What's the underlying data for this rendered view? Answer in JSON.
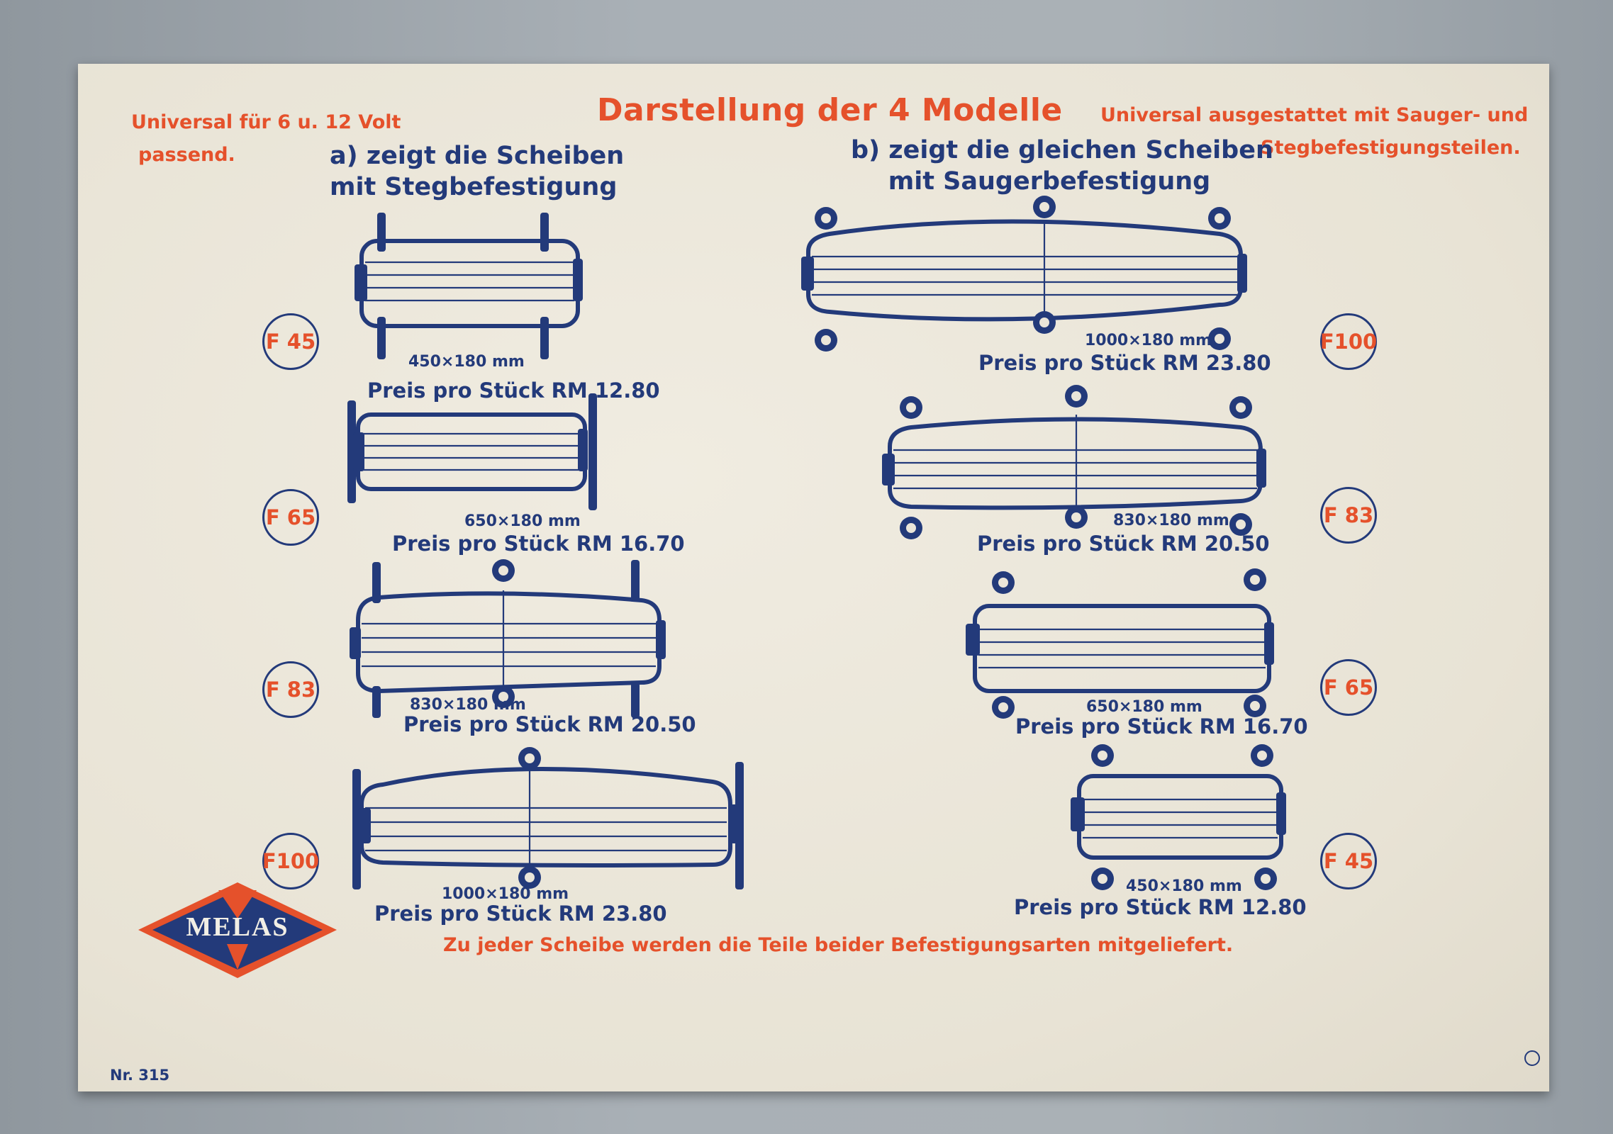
{
  "header": {
    "title": "Darstellung der 4 Modelle",
    "left_note_line1": "Universal für 6 u. 12 Volt",
    "left_note_line2": "passend.",
    "right_note_line1": "Universal ausgestattet mit Sauger- und",
    "right_note_line2": "Stegbefestigungsteilen."
  },
  "section_a": {
    "line1": "a) zeigt die Scheiben",
    "line2": "mit Stegbefestigung",
    "items": [
      {
        "model": "F 45",
        "dim": "450×180 mm",
        "price": "Preis pro Stück  RM 12.80"
      },
      {
        "model": "F 65",
        "dim": "650×180 mm",
        "price": "Preis pro Stück  RM 16.70"
      },
      {
        "model": "F 83",
        "dim": "830×180 mm",
        "price": "Preis pro Stück  RM 20.50"
      },
      {
        "model": "F100",
        "dim": "1000×180 mm",
        "price": "Preis pro Stück  RM 23.80"
      }
    ]
  },
  "section_b": {
    "line1": "b) zeigt die gleichen Scheiben",
    "line2": "mit Saugerbefestigung",
    "items": [
      {
        "model": "F100",
        "dim": "1000×180 mm",
        "price": "Preis pro Stück  RM 23.80"
      },
      {
        "model": "F 83",
        "dim": "830×180 mm",
        "price": "Preis pro Stück  RM 20.50"
      },
      {
        "model": "F 65",
        "dim": "650×180 mm",
        "price": "Preis pro Stück  RM 16.70"
      },
      {
        "model": "F 45",
        "dim": "450×180 mm",
        "price": "Preis pro Stück  RM 12.80"
      }
    ]
  },
  "logo": {
    "text": "MELAS"
  },
  "footer": {
    "note": "Zu jeder Scheibe werden die Teile beider Befestigungsarten mitgeliefert.",
    "number": "Nr. 315"
  },
  "colors": {
    "red": "#e5512b",
    "blue": "#233a7a",
    "paper": "#ebe6d9"
  }
}
